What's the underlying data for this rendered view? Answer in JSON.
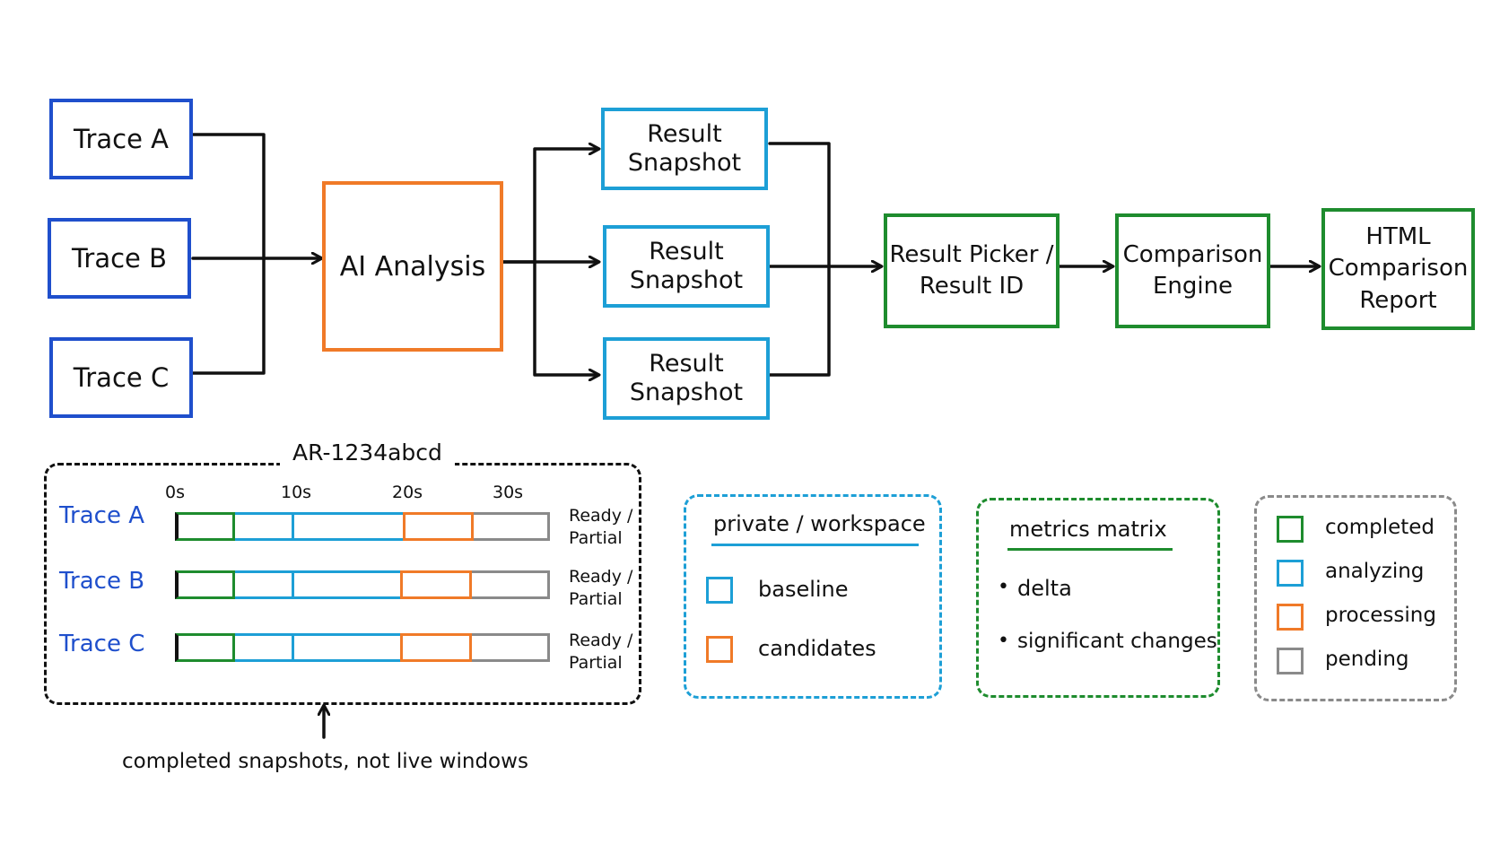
{
  "flow": {
    "traces": [
      "Trace A",
      "Trace B",
      "Trace C"
    ],
    "ai_analysis": "AI Analysis",
    "snapshot_line1": "Result",
    "snapshot_line2": "Snapshot",
    "picker_line1": "Result Picker /",
    "picker_line2": "Result ID",
    "engine_line1": "Comparison",
    "engine_line2": "Engine",
    "report_line1": "HTML",
    "report_line2": "Comparison",
    "report_line3": "Report"
  },
  "timeline": {
    "run_id": "AR-1234abcd",
    "ticks": [
      "0s",
      "10s",
      "20s",
      "30s"
    ],
    "rows": [
      {
        "label": "Trace A",
        "status1": "Ready /",
        "status2": "Partial"
      },
      {
        "label": "Trace B",
        "status1": "Ready /",
        "status2": "Partial"
      },
      {
        "label": "Trace C",
        "status1": "Ready /",
        "status2": "Partial"
      }
    ],
    "note": "completed snapshots, not live windows"
  },
  "workspace": {
    "title": "private / workspace",
    "items": [
      "baseline",
      "candidates"
    ]
  },
  "metrics": {
    "title": "metrics matrix",
    "bullet": "•",
    "items": [
      "delta",
      "significant changes"
    ]
  },
  "legend": {
    "items": [
      "completed",
      "analyzing",
      "processing",
      "pending"
    ]
  },
  "colors": {
    "trace": "#1f4fcc",
    "ai": "#f07a28",
    "snapshot": "#1d9fd6",
    "output": "#1e8c2e",
    "completed": "#1e8c2e",
    "analyzing": "#1d9fd6",
    "processing": "#f07a28",
    "pending": "#8a8a8a"
  }
}
